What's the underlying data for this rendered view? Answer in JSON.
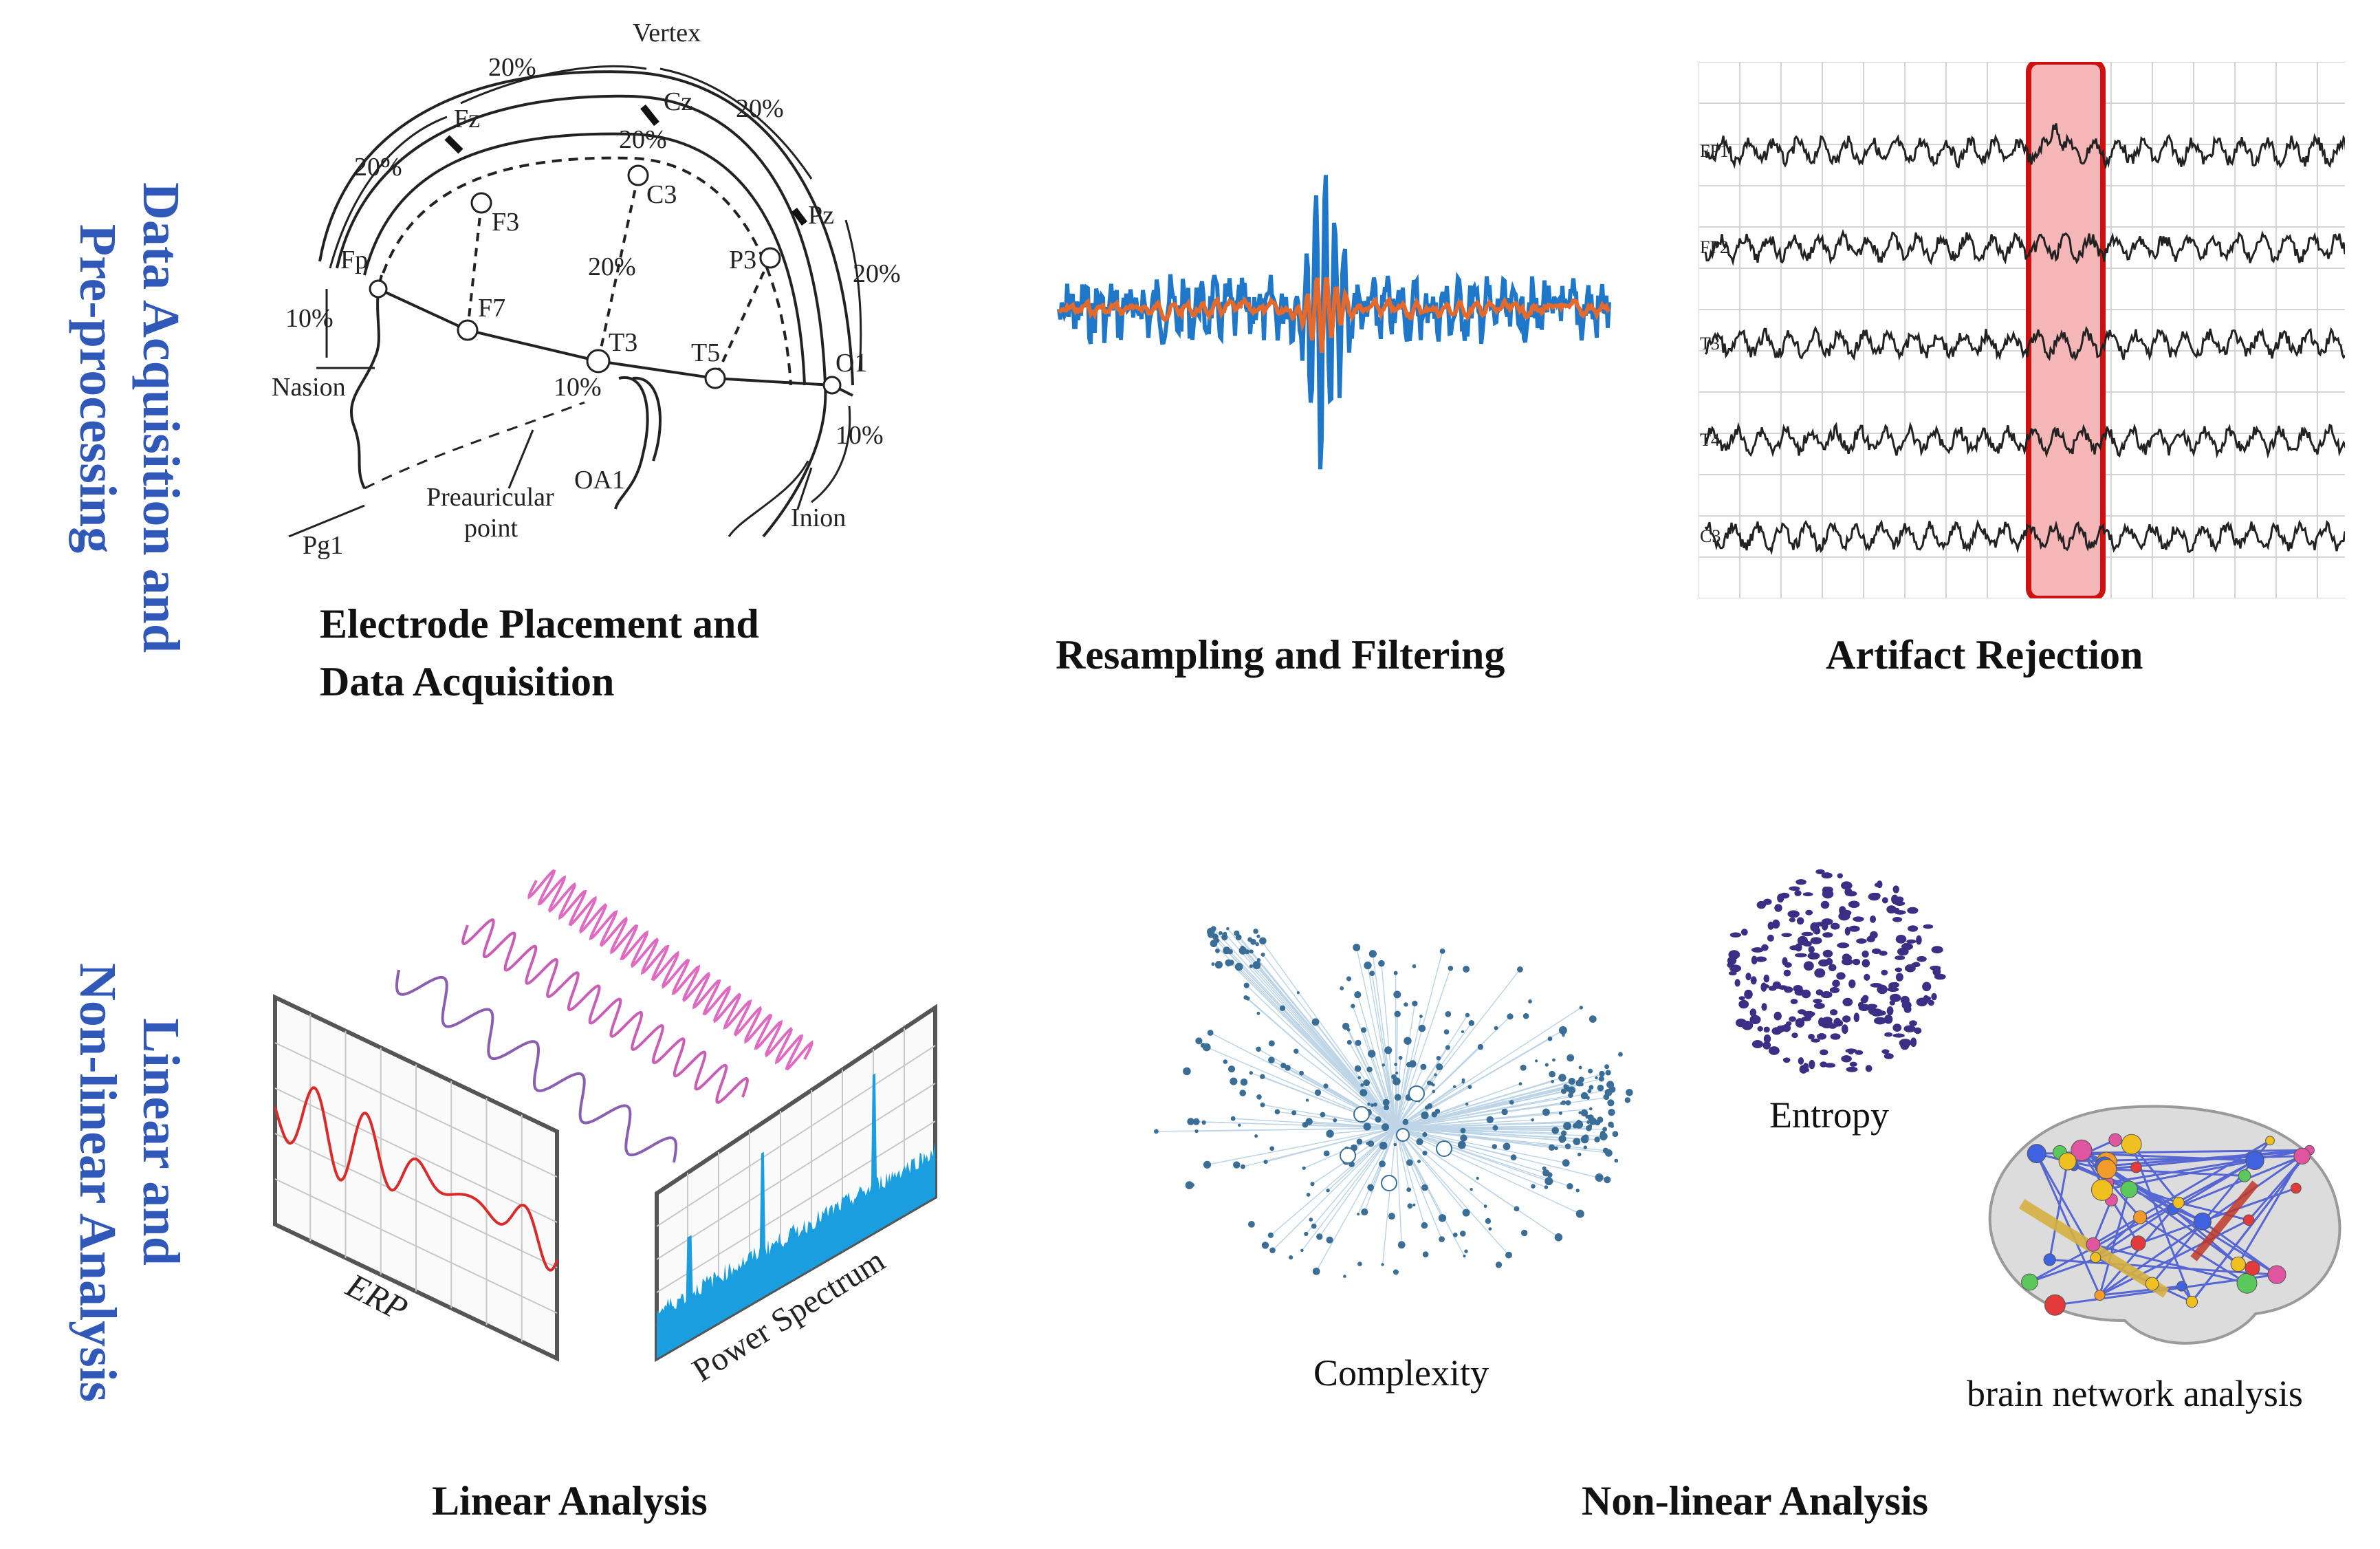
{
  "sections": {
    "row1_label_line1": "Data Acquisition and",
    "row1_label_line2": "Pre-processing",
    "row2_label_line1": "Linear and",
    "row2_label_line2": "Non-linear Analysis"
  },
  "captions": {
    "electrode_line1": "Electrode Placement and",
    "electrode_line2": "Data Acquisition",
    "resampling": "Resampling and Filtering",
    "artifact": "Artifact Rejection",
    "linear": "Linear Analysis",
    "nonlinear": "Non-linear Analysis",
    "complexity": "Complexity",
    "entropy": "Entropy",
    "brain_network": "brain network analysis"
  },
  "electrode_diagram": {
    "vertex": "Vertex",
    "fz": "Fz",
    "cz": "Cz",
    "pz": "Pz",
    "fp": "Fp",
    "f3": "F3",
    "c3": "C3",
    "p3": "P3",
    "f7": "F7",
    "t3": "T3",
    "t5": "T5",
    "o1": "O1",
    "oa1": "OA1",
    "pg1": "Pg1",
    "nasion": "Nasion",
    "inion": "Inion",
    "preauricular_line1": "Preauricular",
    "preauricular_line2": "point",
    "pct_20_a": "20%",
    "pct_20_b": "20%",
    "pct_20_c": "20%",
    "pct_20_d": "20%",
    "pct_20_e": "20%",
    "pct_20_f": "20%",
    "pct_10_a": "10%",
    "pct_10_b": "10%",
    "pct_10_c": "10%"
  },
  "eeg_channels": [
    "FP1",
    "FP2",
    "T3",
    "T4",
    "C3"
  ],
  "linear_labels": {
    "erp": "ERP",
    "power_spectrum": "Power Spectrum"
  },
  "colors": {
    "section_label": "#2f58b8",
    "raw_signal": "#1f77c9",
    "filtered_signal": "#e5692a",
    "artifact_highlight": "#f4b6b6",
    "artifact_border": "#cc1111",
    "erp_wave": "#d92b2b",
    "spectrum": "#1a9ee0",
    "wave_purple": "#8a5fb0",
    "wave_magenta": "#c85fb5",
    "wave_pink": "#e06ac2",
    "network_blue": "#3b6e96",
    "entropy_dots": "#3a2f84"
  }
}
